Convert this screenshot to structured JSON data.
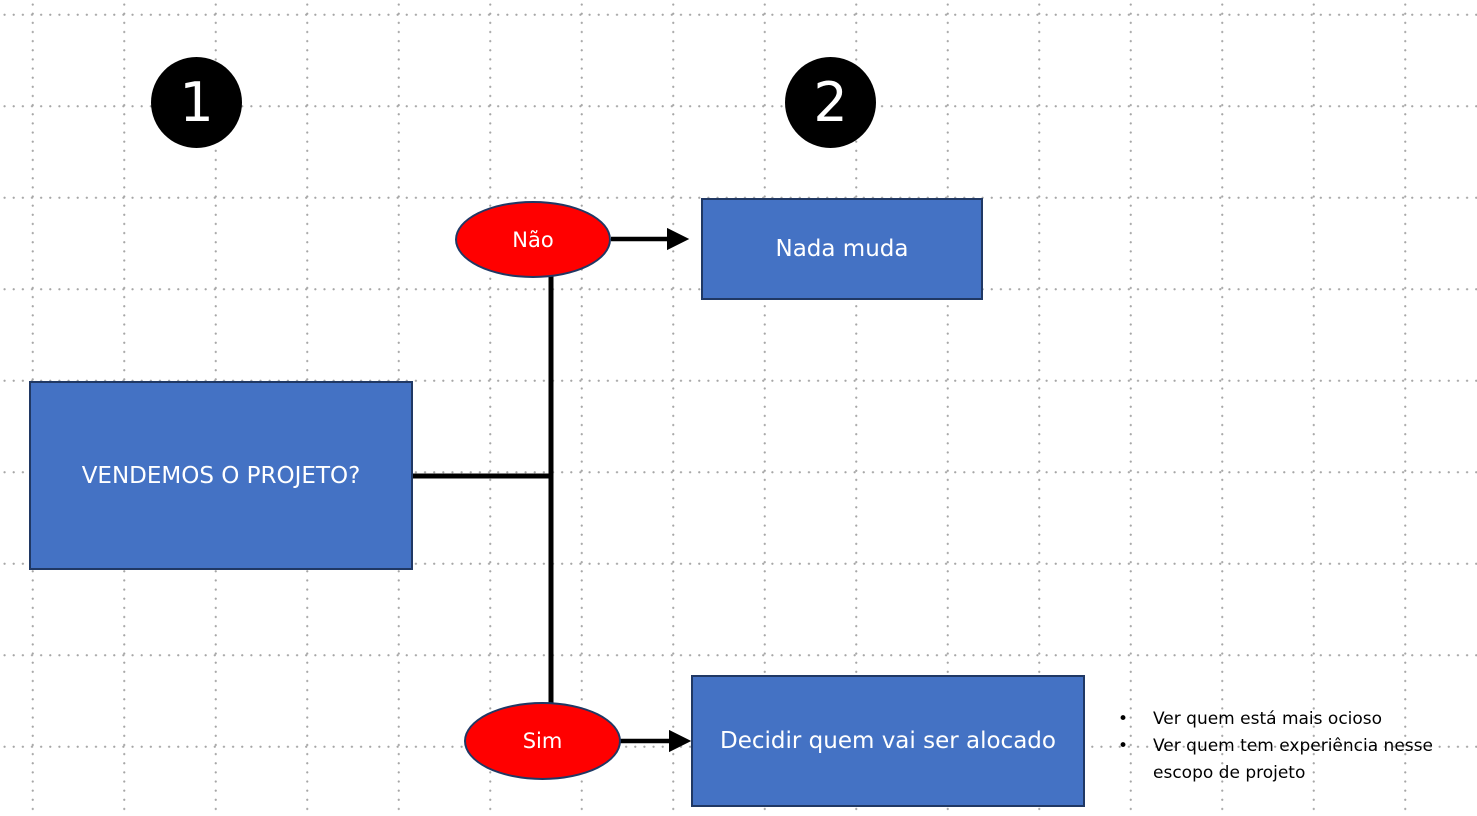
{
  "steps": {
    "one": "1",
    "two": "2"
  },
  "question_box": "VENDEMOS O PROJETO?",
  "branches": {
    "no": {
      "label": "Não",
      "outcome": "Nada muda"
    },
    "yes": {
      "label": "Sim",
      "outcome": "Decidir quem vai ser alocado"
    }
  },
  "notes": {
    "bullet": "•",
    "items": [
      "Ver quem está mais ocioso",
      "Ver quem tem experiência nesse escopo de projeto"
    ]
  },
  "colors": {
    "box_fill": "#4472c4",
    "box_border": "#203864",
    "decision_fill": "#ff0000",
    "badge_fill": "#000000",
    "connector": "#000000"
  }
}
